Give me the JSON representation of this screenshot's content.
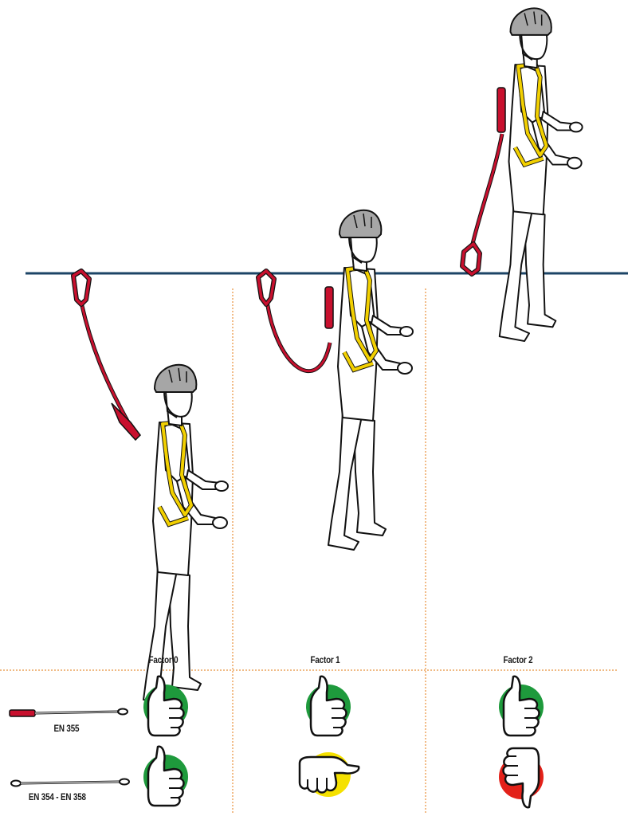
{
  "columns": [
    {
      "label": "Factor 0"
    },
    {
      "label": "Factor 1"
    },
    {
      "label": "Factor 2"
    }
  ],
  "standards": [
    {
      "label": "EN 355"
    },
    {
      "label": "EN 354 - EN 358"
    }
  ],
  "verdicts": [
    {
      "standard": "EN 355",
      "factor": "Factor 0",
      "icon": "thumb-up-icon",
      "color": "#1e9a3c"
    },
    {
      "standard": "EN 355",
      "factor": "Factor 1",
      "icon": "thumb-up-icon",
      "color": "#1e9a3c"
    },
    {
      "standard": "EN 355",
      "factor": "Factor 2",
      "icon": "thumb-up-icon",
      "color": "#1e9a3c"
    },
    {
      "standard": "EN 354 - EN 358",
      "factor": "Factor 0",
      "icon": "thumb-up-icon",
      "color": "#1e9a3c"
    },
    {
      "standard": "EN 354 - EN 358",
      "factor": "Factor 1",
      "icon": "thumb-sideways-icon",
      "color": "#f5e100"
    },
    {
      "standard": "EN 354 - EN 358",
      "factor": "Factor 2",
      "icon": "thumb-down-icon",
      "color": "#e32119"
    }
  ],
  "colors": {
    "anchor_line": "#1c4466",
    "divider": "#e8903a",
    "lanyard": "#c8102e",
    "harness": "#f2d000",
    "helmet": "#a6a6a6"
  }
}
